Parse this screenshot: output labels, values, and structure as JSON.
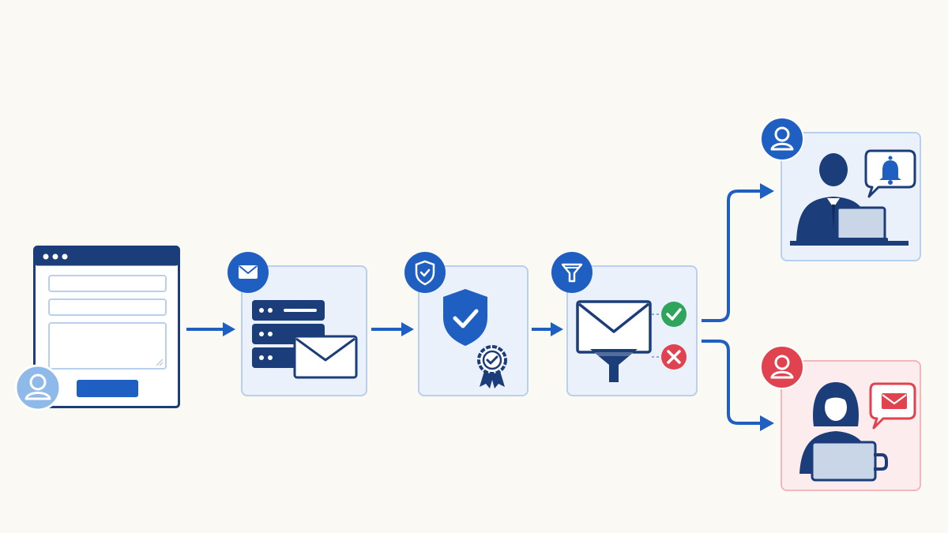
{
  "colors": {
    "background": "#fbf9f4",
    "navy": "#1b3d7a",
    "blue": "#1f5fc2",
    "card_fill": "#eaf1fb",
    "card_border": "#b9cfee",
    "success": "#2ea55a",
    "danger": "#e0434f",
    "alert_card_fill": "#fdecee",
    "alert_card_border": "#f0b7bd",
    "light_avatar": "#8fb9e8"
  },
  "steps": [
    {
      "id": "web-form",
      "icons": [
        "browser-window-icon",
        "user-avatar-icon"
      ]
    },
    {
      "id": "mail-server",
      "icons": [
        "envelope-icon",
        "server-stack-icon"
      ]
    },
    {
      "id": "verification",
      "icons": [
        "shield-check-icon",
        "certificate-badge-icon"
      ]
    },
    {
      "id": "filtering",
      "icons": [
        "funnel-icon",
        "envelope-icon",
        "check-circle-icon",
        "x-circle-icon"
      ]
    },
    {
      "id": "recipient-notified",
      "icons": [
        "user-avatar-icon",
        "man-at-laptop-icon",
        "bell-bubble-icon"
      ]
    },
    {
      "id": "recipient-alerted",
      "icons": [
        "user-avatar-icon",
        "woman-at-laptop-icon",
        "mail-bubble-icon"
      ]
    }
  ]
}
